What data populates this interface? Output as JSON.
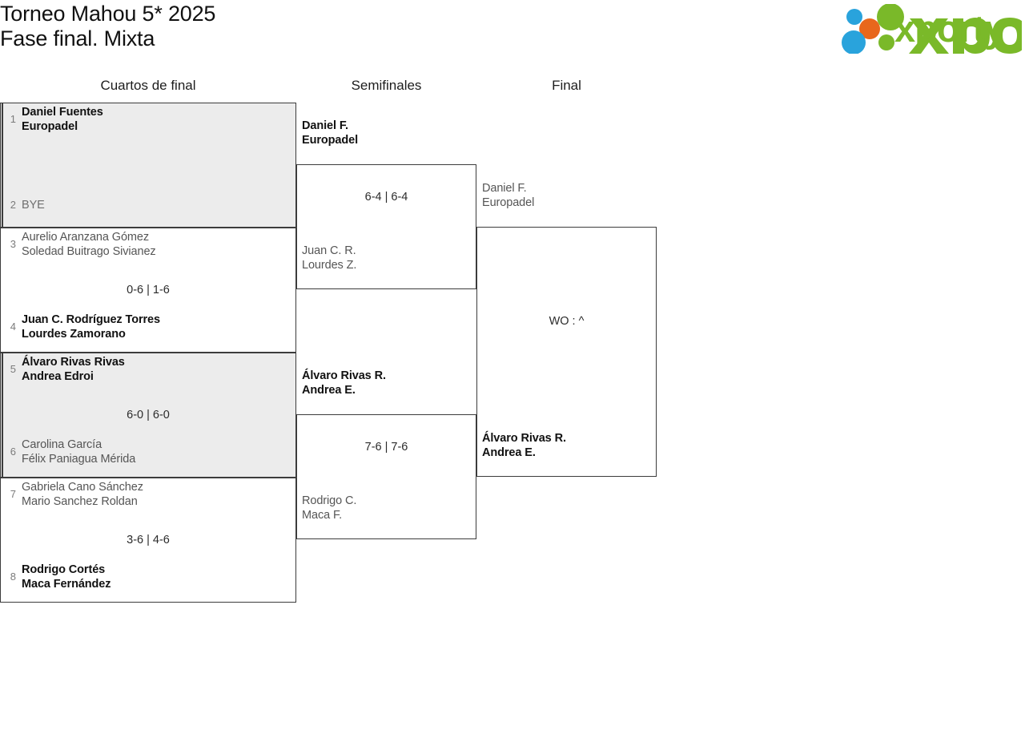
{
  "header": {
    "title_line1": "Torneo Mahou 5* 2025",
    "title_line2": "Fase final. Mixta",
    "logo_text": "xporty",
    "logo_colors": {
      "green": "#7ab929",
      "blue": "#29a3dc",
      "orange": "#e8671c"
    }
  },
  "rounds": [
    {
      "label": "Cuartos de final"
    },
    {
      "label": "Semifinales"
    },
    {
      "label": "Final"
    }
  ],
  "quarterfinals": [
    {
      "shaded": true,
      "score": "",
      "top": {
        "seed": "1",
        "line1": "Daniel Fuentes",
        "line2": "Europadel",
        "winner": true
      },
      "bottom": {
        "seed": "2",
        "line1": "BYE",
        "line2": "",
        "winner": false
      }
    },
    {
      "shaded": false,
      "score": "0-6 | 1-6",
      "top": {
        "seed": "3",
        "line1": "Aurelio Aranzana Gómez",
        "line2": "Soledad Buitrago Sivianez",
        "winner": false
      },
      "bottom": {
        "seed": "4",
        "line1": "Juan C. Rodríguez Torres",
        "line2": "Lourdes Zamorano",
        "winner": true
      }
    },
    {
      "shaded": true,
      "score": "6-0 | 6-0",
      "top": {
        "seed": "5",
        "line1": "Álvaro Rivas Rivas",
        "line2": "Andrea Edroi",
        "winner": true
      },
      "bottom": {
        "seed": "6",
        "line1": "Carolina García",
        "line2": "Félix Paniagua Mérida",
        "winner": false
      }
    },
    {
      "shaded": false,
      "score": "3-6 | 4-6",
      "top": {
        "seed": "7",
        "line1": "Gabriela Cano Sánchez",
        "line2": "Mario Sanchez Roldan",
        "winner": false
      },
      "bottom": {
        "seed": "8",
        "line1": "Rodrigo Cortés",
        "line2": "Maca Fernández",
        "winner": true
      }
    }
  ],
  "semifinals": [
    {
      "score": "6-4 | 6-4",
      "top": {
        "line1": "Daniel F.",
        "line2": "Europadel",
        "winner": true
      },
      "bottom": {
        "line1": "Juan C. R.",
        "line2": "Lourdes Z.",
        "winner": false
      }
    },
    {
      "score": "7-6 | 7-6",
      "top": {
        "line1": "Álvaro Rivas R.",
        "line2": "Andrea E.",
        "winner": true
      },
      "bottom": {
        "line1": "Rodrigo C.",
        "line2": "Maca F.",
        "winner": false
      }
    }
  ],
  "final": {
    "score": "WO : ^",
    "top": {
      "line1": "Daniel F.",
      "line2": "Europadel",
      "winner": false
    },
    "bottom": {
      "line1": "Álvaro Rivas R.",
      "line2": "Andrea E.",
      "winner": true
    }
  }
}
